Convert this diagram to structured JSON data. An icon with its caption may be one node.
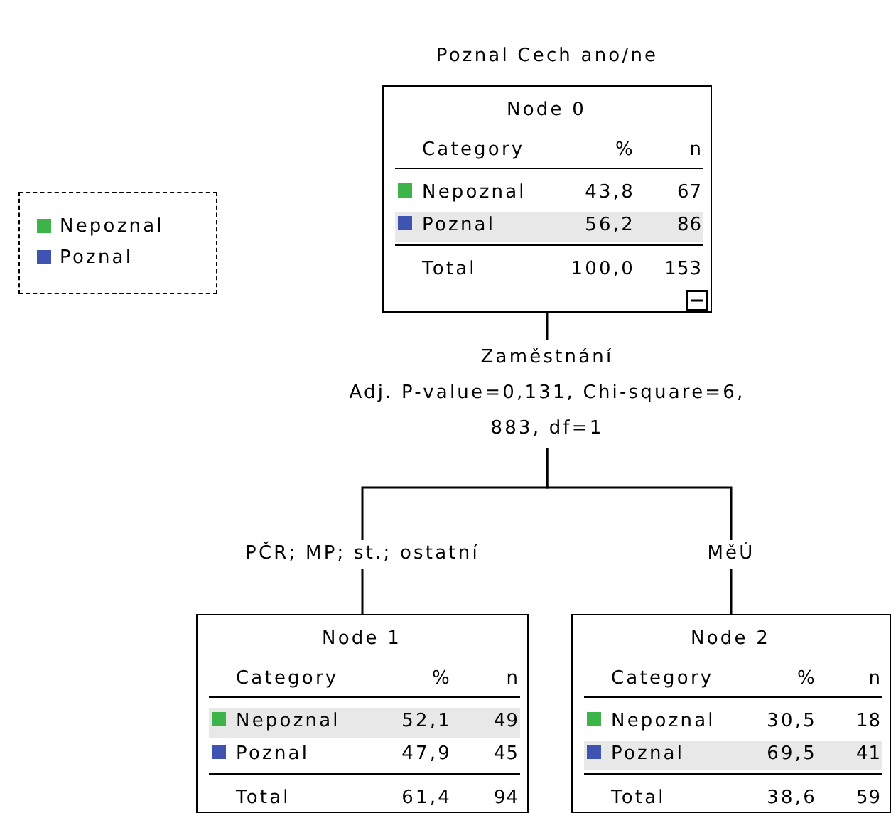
{
  "diagram": {
    "title": "Poznal Cech ano/ne",
    "nodes": [
      {
        "text": [
          "Node 0",
          "Category",
          "%",
          "n",
          "Nepoznal",
          "43,8",
          "67",
          "Poznal",
          "56,2",
          "86",
          "Total",
          "100,0",
          "153"
        ]
      },
      {
        "text": [
          "Zaměstnání",
          "Adj. P-value=0,131, Chi-square=6, 883, df=1"
        ]
      },
      {
        "text": [
          "Node 1",
          "Category",
          "%",
          "n",
          "Nepoznal",
          "52,1",
          "49",
          "Poznal",
          "47,9",
          "45",
          "Total",
          "61,4",
          "94"
        ]
      },
      {
        "text": [
          "Node 2",
          "Category",
          "%",
          "n",
          "Nepoznal",
          "30,5",
          "18",
          "Poznal",
          "69,5",
          "41",
          "Total",
          "38,6",
          "59"
        ]
      }
    ],
    "edges": [
      {
        "from": 0,
        "to": 1,
        "arrow": "none"
      },
      {
        "from": 1,
        "to": 2,
        "arrow": "none",
        "label": "PČR; MP; st.; ostatní"
      },
      {
        "from": 1,
        "to": 3,
        "arrow": "none",
        "label": "MěÚ"
      }
    ],
    "legend": [
      {
        "text": "Nepoznal",
        "color": "#3cb44a"
      },
      {
        "text": "Poznal",
        "color": "#3e54b0"
      }
    ]
  }
}
